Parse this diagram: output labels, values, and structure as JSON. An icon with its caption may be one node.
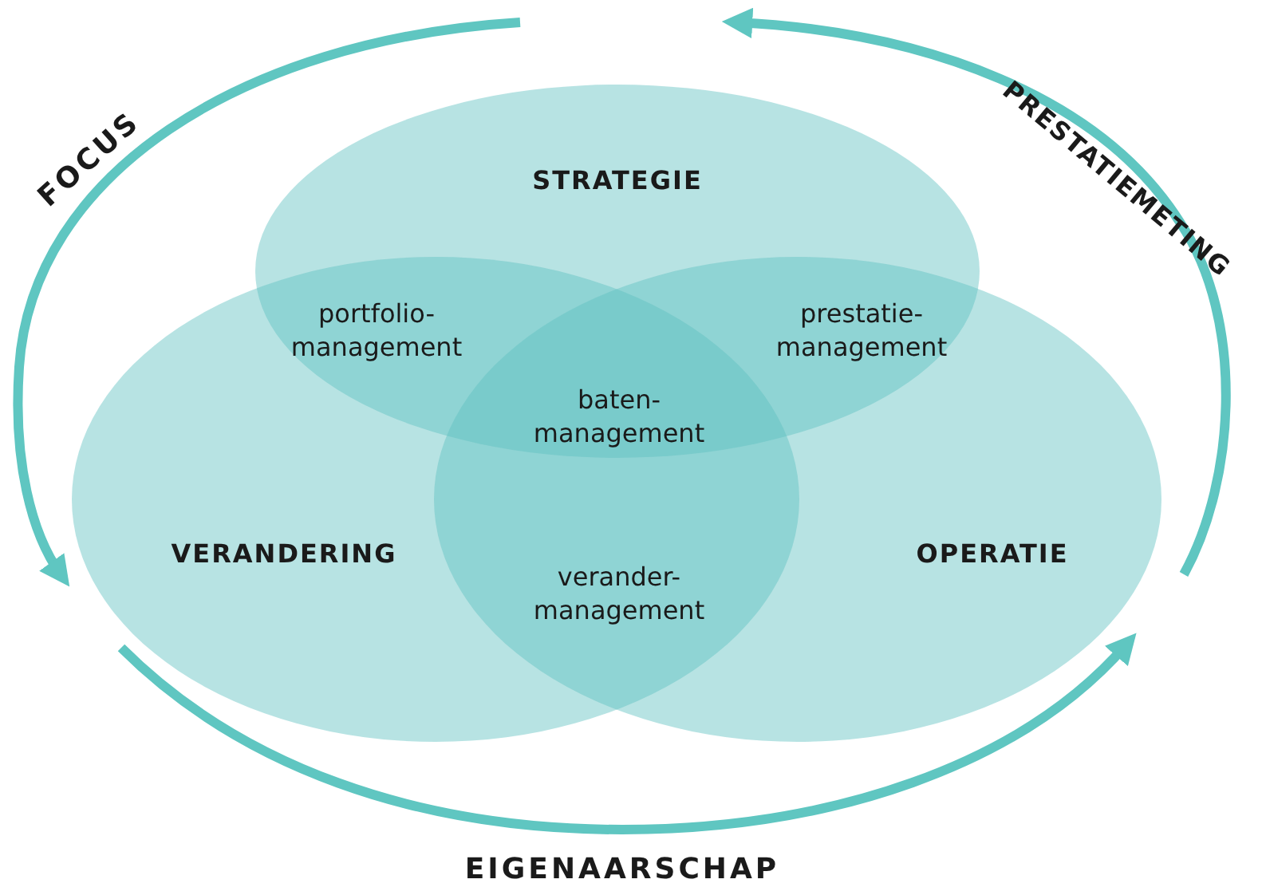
{
  "diagram": {
    "nodes": [
      {
        "text": [
          "STRATEGIE"
        ]
      },
      {
        "text": [
          "VERANDERING"
        ]
      },
      {
        "text": [
          "OPERATIE"
        ]
      }
    ],
    "labels": [
      "FOCUS",
      "PRESTATIEMETING",
      "portfolio- management",
      "prestatie- management",
      "baten- management",
      "verander- management",
      "EIGENAARSCHAP"
    ]
  }
}
